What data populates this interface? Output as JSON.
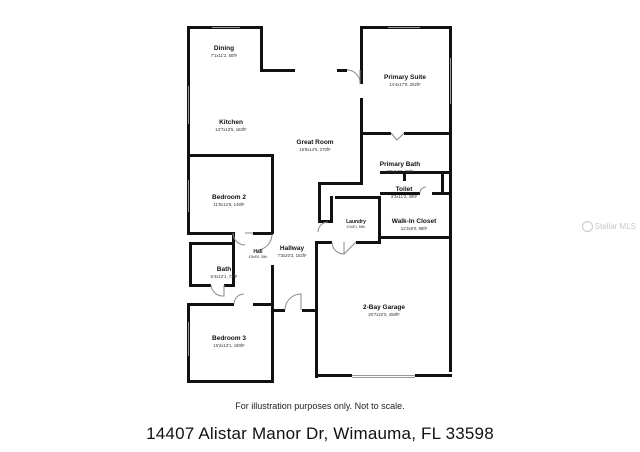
{
  "rooms": {
    "dining": {
      "name": "Dining",
      "dims": "7'1x11'2, 80ft²"
    },
    "kitchen": {
      "name": "Kitchen",
      "dims": "13'7x13'5, 183ft²"
    },
    "great_room": {
      "name": "Great Room",
      "dims": "18'8x14'5, 270ft²"
    },
    "primary_suite": {
      "name": "Primary Suite",
      "dims": "14'4x17'8, 252ft²"
    },
    "primary_bath": {
      "name": "Primary Bath",
      "dims": "6'2x14'2, 65ft²"
    },
    "toilet": {
      "name": "Toilet",
      "dims": "3'3x11'2, 39ft²"
    },
    "bedroom_2": {
      "name": "Bedroom 2",
      "dims": "11'8x12'8, 149ft²"
    },
    "laundry": {
      "name": "Laundry",
      "dims": "6'3x8'1, 50ft²"
    },
    "walk_in_closet": {
      "name": "Walk-In Closet",
      "dims": "11'3x8'0, 88ft²"
    },
    "hall": {
      "name": "Hall",
      "dims": "4'8x8'8, 26ft²"
    },
    "hallway": {
      "name": "Hallway",
      "dims": "7'3x20'3, 152ft²"
    },
    "bath": {
      "name": "Bath",
      "dims": "6'4x12'1, 73ft²"
    },
    "garage": {
      "name": "2-Bay Garage",
      "dims": "20'7x22'0, 458ft²"
    },
    "bedroom_3": {
      "name": "Bedroom 3",
      "dims": "15'2x13'1, 180ft²"
    }
  },
  "footer": {
    "disclaimer": "For illustration purposes only. Not to scale.",
    "address": "14407 Alistar Manor Dr, Wimauma, FL 33598"
  },
  "watermark": {
    "text": "Stellar MLS",
    "icon": "circle-logo-icon"
  }
}
